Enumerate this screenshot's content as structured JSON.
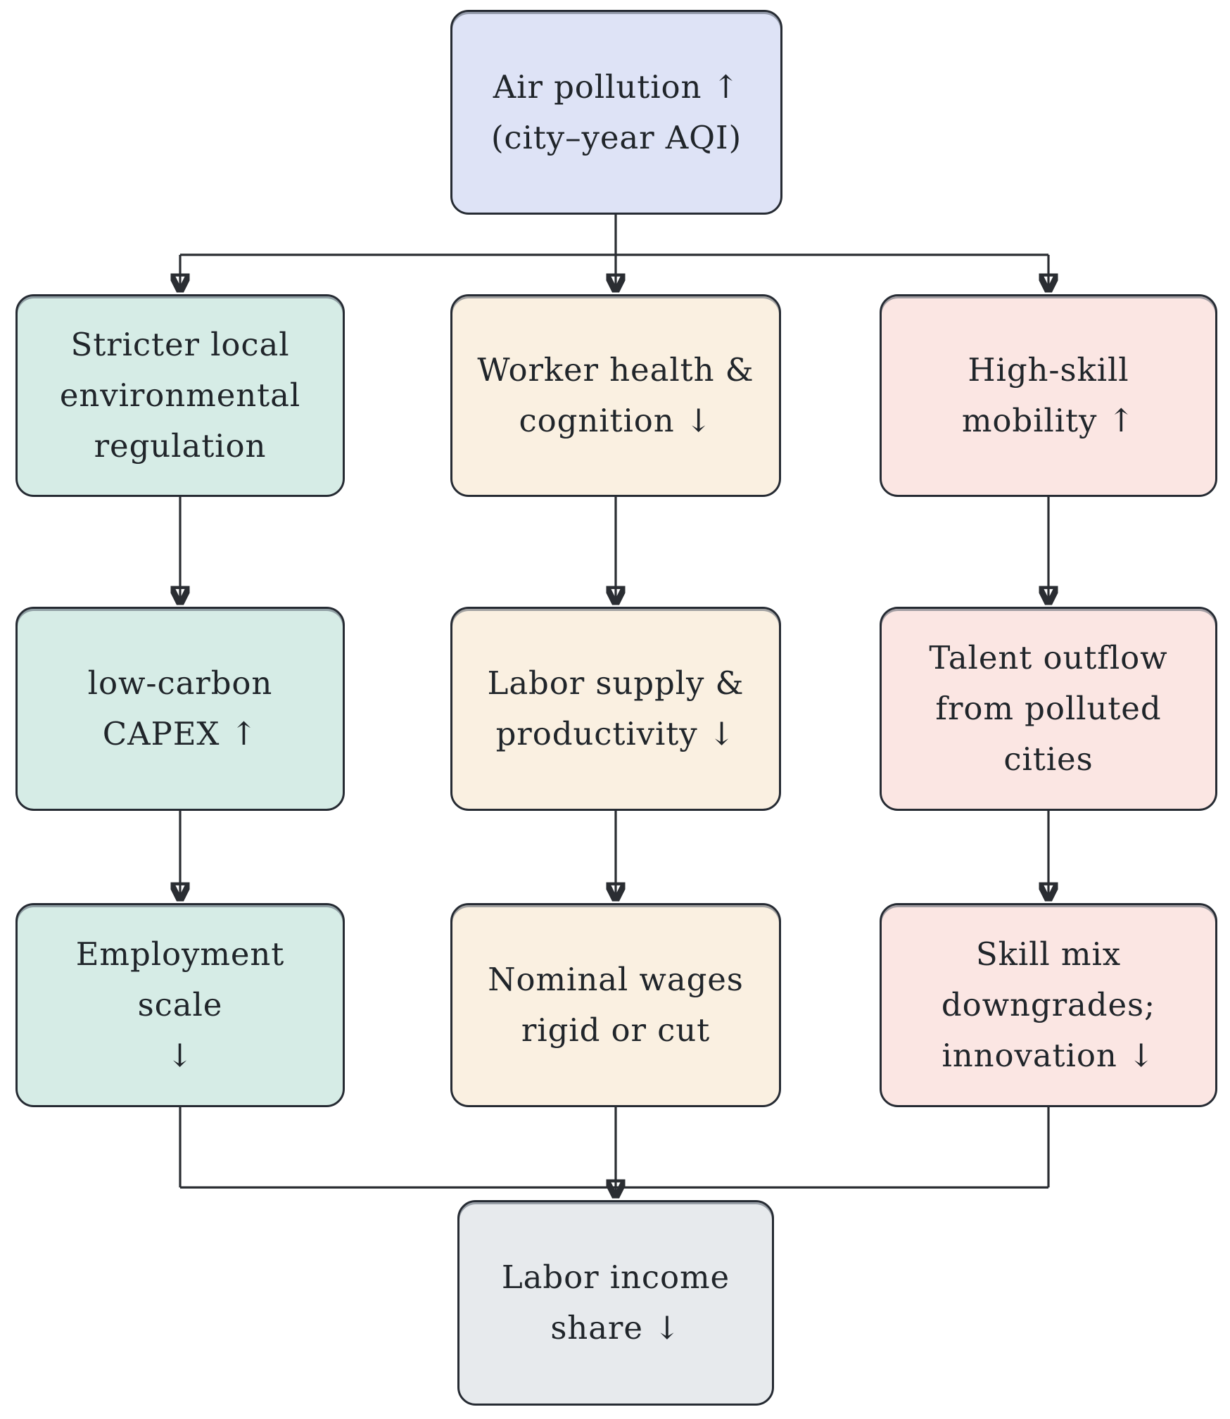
{
  "figure": {
    "type": "flowchart",
    "background": "#ffffff"
  },
  "colors": {
    "background": "#ffffff",
    "border": "#262b33",
    "line": "#2a2d32",
    "text": "#20252a",
    "pollution": "#dee3f6",
    "regulation": "#d6ece6",
    "health": "#faf0e1",
    "mobility": "#fbe6e3",
    "outcome": "#e7eaed"
  },
  "nodes": {
    "air_pollution": {
      "lines": [
        "Air pollution ↑",
        "(city–year AQI)"
      ]
    },
    "stricter_regulation": {
      "lines": [
        "Stricter local",
        "environmental",
        "regulation"
      ]
    },
    "worker_health": {
      "lines": [
        "Worker health &",
        "cognition ↓"
      ]
    },
    "high_skill_mobility": {
      "lines": [
        "High-skill",
        "mobility ↑"
      ]
    },
    "low_carbon_capex": {
      "lines": [
        "low-carbon",
        "CAPEX ↑"
      ]
    },
    "labor_supply": {
      "lines": [
        "Labor supply &",
        "productivity ↓"
      ]
    },
    "talent_outflow": {
      "lines": [
        "Talent outflow",
        "from polluted",
        "cities"
      ]
    },
    "employment_scale": {
      "lines": [
        "Employment scale",
        "↓"
      ]
    },
    "nominal_wages": {
      "lines": [
        "Nominal wages",
        "rigid or cut"
      ]
    },
    "skill_mix": {
      "lines": [
        "Skill mix",
        "downgrades;",
        "innovation ↓"
      ]
    },
    "labor_income_share": {
      "lines": [
        "Labor income",
        "share ↓"
      ]
    }
  },
  "edges": [
    {
      "from": "air_pollution",
      "to": "stricter_regulation"
    },
    {
      "from": "air_pollution",
      "to": "worker_health"
    },
    {
      "from": "air_pollution",
      "to": "high_skill_mobility"
    },
    {
      "from": "stricter_regulation",
      "to": "low_carbon_capex"
    },
    {
      "from": "worker_health",
      "to": "labor_supply"
    },
    {
      "from": "high_skill_mobility",
      "to": "talent_outflow"
    },
    {
      "from": "low_carbon_capex",
      "to": "employment_scale"
    },
    {
      "from": "labor_supply",
      "to": "nominal_wages"
    },
    {
      "from": "talent_outflow",
      "to": "skill_mix"
    },
    {
      "from": "employment_scale",
      "to": "labor_income_share"
    },
    {
      "from": "nominal_wages",
      "to": "labor_income_share"
    },
    {
      "from": "skill_mix",
      "to": "labor_income_share"
    }
  ]
}
